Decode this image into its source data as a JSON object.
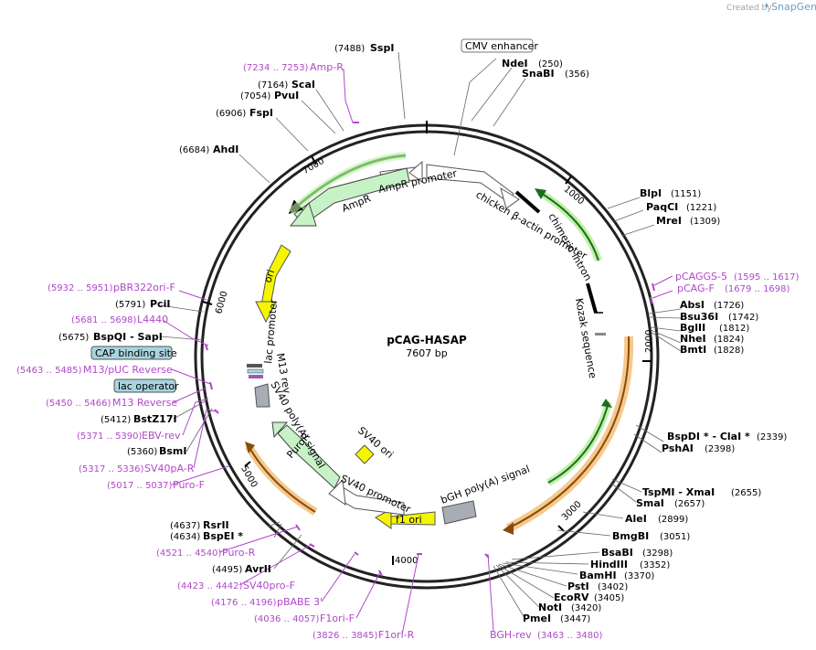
{
  "watermark": {
    "prefix": "Created by",
    "brand": "SnapGene"
  },
  "plasmid": {
    "name": "pCAG-HASAP",
    "length_label": "7607 bp",
    "length": 7607
  },
  "ticks": [
    "1000",
    "2000",
    "3000",
    "4000",
    "5000",
    "6000",
    "7000"
  ],
  "restriction_sites": [
    {
      "name": "SspI",
      "pos": "(7488)"
    },
    {
      "name": "NdeI",
      "pos": "(250)"
    },
    {
      "name": "SnaBI",
      "pos": "(356)"
    },
    {
      "name": "ScaI",
      "pos": "(7164)"
    },
    {
      "name": "PvuI",
      "pos": "(7054)"
    },
    {
      "name": "FspI",
      "pos": "(6906)"
    },
    {
      "name": "AhdI",
      "pos": "(6684)"
    },
    {
      "name": "BlpI",
      "pos": "(1151)"
    },
    {
      "name": "PaqCI",
      "pos": "(1221)"
    },
    {
      "name": "MreI",
      "pos": "(1309)"
    },
    {
      "name": "AbsI",
      "pos": "(1726)"
    },
    {
      "name": "Bsu36I",
      "pos": "(1742)"
    },
    {
      "name": "BglII",
      "pos": "(1812)"
    },
    {
      "name": "NheI",
      "pos": "(1824)"
    },
    {
      "name": "BmtI",
      "pos": "(1828)"
    },
    {
      "name": "PciI",
      "pos": "(5791)"
    },
    {
      "name": "BspQI  -  SapI",
      "pos": "(5675)"
    },
    {
      "name": "BstZ17I",
      "pos": "(5412)"
    },
    {
      "name": "BsmI",
      "pos": "(5360)"
    },
    {
      "name": "BspDI *  -  ClaI *",
      "pos": "(2339)"
    },
    {
      "name": "PshAI",
      "pos": "(2398)"
    },
    {
      "name": "TspMI  -  XmaI",
      "pos": "(2655)"
    },
    {
      "name": "SmaI",
      "pos": "(2657)"
    },
    {
      "name": "AleI",
      "pos": "(2899)"
    },
    {
      "name": "BmgBI",
      "pos": "(3051)"
    },
    {
      "name": "RsrII",
      "pos": "(4637)"
    },
    {
      "name": "BspEI *",
      "pos": "(4634)"
    },
    {
      "name": "AvrII",
      "pos": "(4495)"
    },
    {
      "name": "BsaBI",
      "pos": "(3298)"
    },
    {
      "name": "HindIII",
      "pos": "(3352)"
    },
    {
      "name": "BamHI",
      "pos": "(3370)"
    },
    {
      "name": "PstI",
      "pos": "(3402)"
    },
    {
      "name": "EcoRV",
      "pos": "(3405)"
    },
    {
      "name": "NotI",
      "pos": "(3420)"
    },
    {
      "name": "PmeI",
      "pos": "(3447)"
    }
  ],
  "primers": [
    {
      "name": "Amp-R",
      "pos": "(7234 .. 7253)"
    },
    {
      "name": "pCAGGS-5",
      "pos": "(1595 .. 1617)"
    },
    {
      "name": "pCAG-F",
      "pos": "(1679 .. 1698)"
    },
    {
      "name": "pBR322ori-F",
      "pos": "(5932 .. 5951)"
    },
    {
      "name": "L4440",
      "pos": "(5681 .. 5698)"
    },
    {
      "name": "M13/pUC Reverse",
      "pos": "(5463 .. 5485)"
    },
    {
      "name": "M13 Reverse",
      "pos": "(5450 .. 5466)"
    },
    {
      "name": "EBV-rev",
      "pos": "(5371 .. 5390)"
    },
    {
      "name": "SV40pA-R",
      "pos": "(5317 .. 5336)"
    },
    {
      "name": "Puro-F",
      "pos": "(5017 .. 5037)"
    },
    {
      "name": "Puro-R",
      "pos": "(4521 .. 4540)"
    },
    {
      "name": "SV40pro-F",
      "pos": "(4423 .. 4442)"
    },
    {
      "name": "pBABE 3'",
      "pos": "(4176 .. 4196)"
    },
    {
      "name": "F1ori-F",
      "pos": "(4036 .. 4057)"
    },
    {
      "name": "F1ori-R",
      "pos": "(3826 .. 3845)"
    },
    {
      "name": "BGH-rev",
      "pos": "(3463 .. 3480)"
    }
  ],
  "boxed_features": [
    "CMV enhancer",
    "CAP binding site",
    "lac operator"
  ],
  "features": {
    "ampr": "AmpR",
    "ampr_promoter": "AmpR promoter",
    "chicken_actin": "chicken β-actin promoter",
    "chimeric_intron": "chimeric intron",
    "kozak": "Kozak sequence",
    "ori": "ori",
    "lac_promoter": "lac promoter",
    "m13_rev": "M13 rev",
    "sv40_polya": "SV40 poly(A) signal",
    "puror": "PuroR",
    "sv40_promoter": "SV40 promoter",
    "sv40_ori": "SV40 ori",
    "f1_ori": "f1 ori",
    "bgh_polya": "bGH poly(A) signal"
  },
  "colors": {
    "backbone": "#222222",
    "primer": "#b048c8",
    "ampr_fill": "#c6f2c6",
    "ori_fill": "#f5f500",
    "promoter_fill": "#ffffff",
    "gray_fill": "#a8acb4",
    "intron_arrow": "#2e8b2e",
    "orange_fill": "#e8a550",
    "boxed_fill": "#a8d4e0"
  }
}
